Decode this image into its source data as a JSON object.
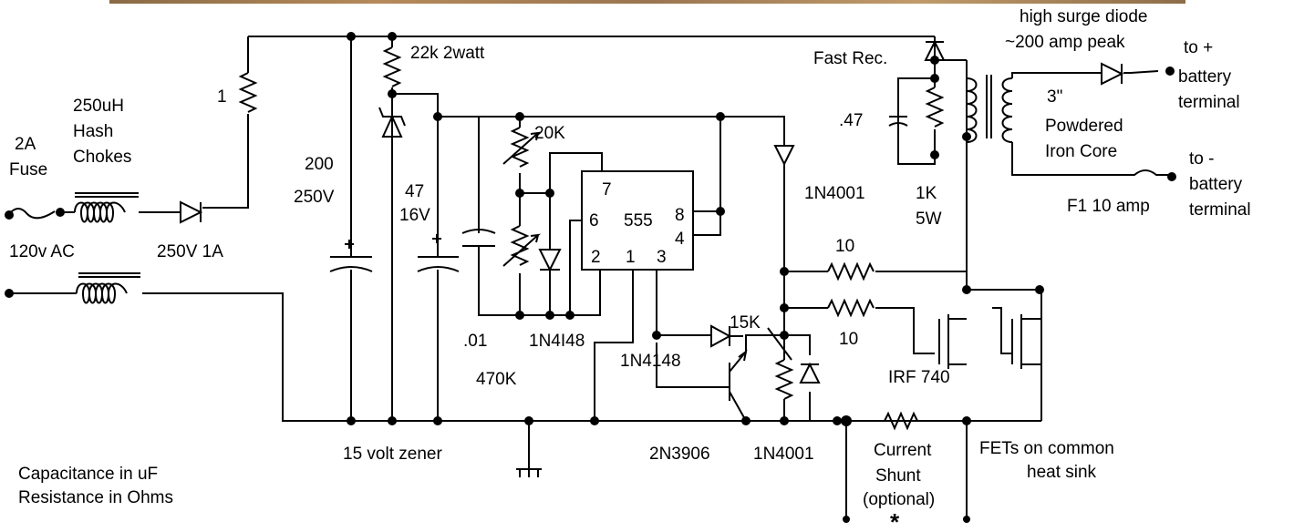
{
  "labels": {
    "high_surge_diode": "high surge diode",
    "amp_peak": "~200 amp peak",
    "to_plus": "to +",
    "battery_plus": "battery",
    "terminal_plus": "terminal",
    "fast_rec": "Fast Rec.",
    "r22k": "22k 2watt",
    "r1": "1",
    "hash_250uh": "250uH",
    "hash_word": "Hash",
    "chokes": "Chokes",
    "fuse_2a": "2A",
    "fuse_word": "Fuse",
    "cap200": "200",
    "cap250v": "250V",
    "cap47": "47",
    "cap16v": "16V",
    "r20k": "20K",
    "c047": ".47",
    "core3": "3\"",
    "powdered": "Powdered",
    "iron_core": "Iron Core",
    "to_minus": "to -",
    "battery_minus": "battery",
    "terminal_minus": "terminal",
    "d1n4001_top": "1N4001",
    "r1k": "1K",
    "r5w": "5W",
    "f1": "F1 10 amp",
    "ac120": "120v AC",
    "d250v": "250V 1A",
    "pin7": "7",
    "pin6": "6",
    "ic555": "555",
    "pin8": "8",
    "pin4": "4",
    "pin2": "2",
    "pin1": "1",
    "pin3": "3",
    "r10a": "10",
    "r10b": "10",
    "r15k": "15K",
    "c01": ".01",
    "d1n4148_a": "1N4I48",
    "r470k": "470K",
    "d1n4148_b": "1N4148",
    "irf740": "IRF 740",
    "zener15": "15 volt zener",
    "q2n3906": "2N3906",
    "d1n4001_bot": "1N4001",
    "current": "Current",
    "shunt": "Shunt",
    "optional": "(optional)",
    "fets": "FETs on common",
    "heat_sink": "heat sink",
    "cap_note": "Capacitance in uF",
    "res_note": "Resistance in Ohms",
    "star": "*"
  }
}
